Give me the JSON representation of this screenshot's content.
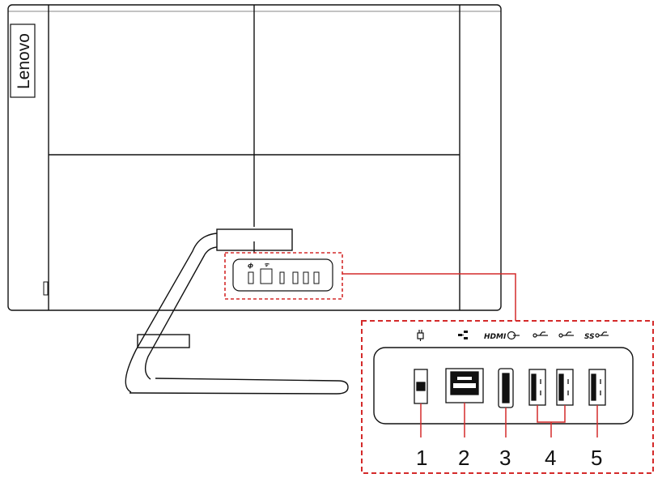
{
  "brand": {
    "name": "Lenovo"
  },
  "ports": [
    {
      "number": "1",
      "name": "power",
      "icon": "power-plug-icon",
      "symbol": ""
    },
    {
      "number": "2",
      "name": "ethernet",
      "icon": "ethernet-icon",
      "symbol": ""
    },
    {
      "number": "3",
      "name": "hdmi-out",
      "icon": "hdmi-out-icon",
      "symbol": "HDMI"
    },
    {
      "number": "4",
      "name": "usb-2",
      "icon": "usb-icon",
      "symbol": ""
    },
    {
      "number": "5",
      "name": "usb-3",
      "icon": "usb-ss-icon",
      "symbol": "SS"
    }
  ],
  "colors": {
    "callout": "#d42a2a",
    "line": "#111111"
  }
}
